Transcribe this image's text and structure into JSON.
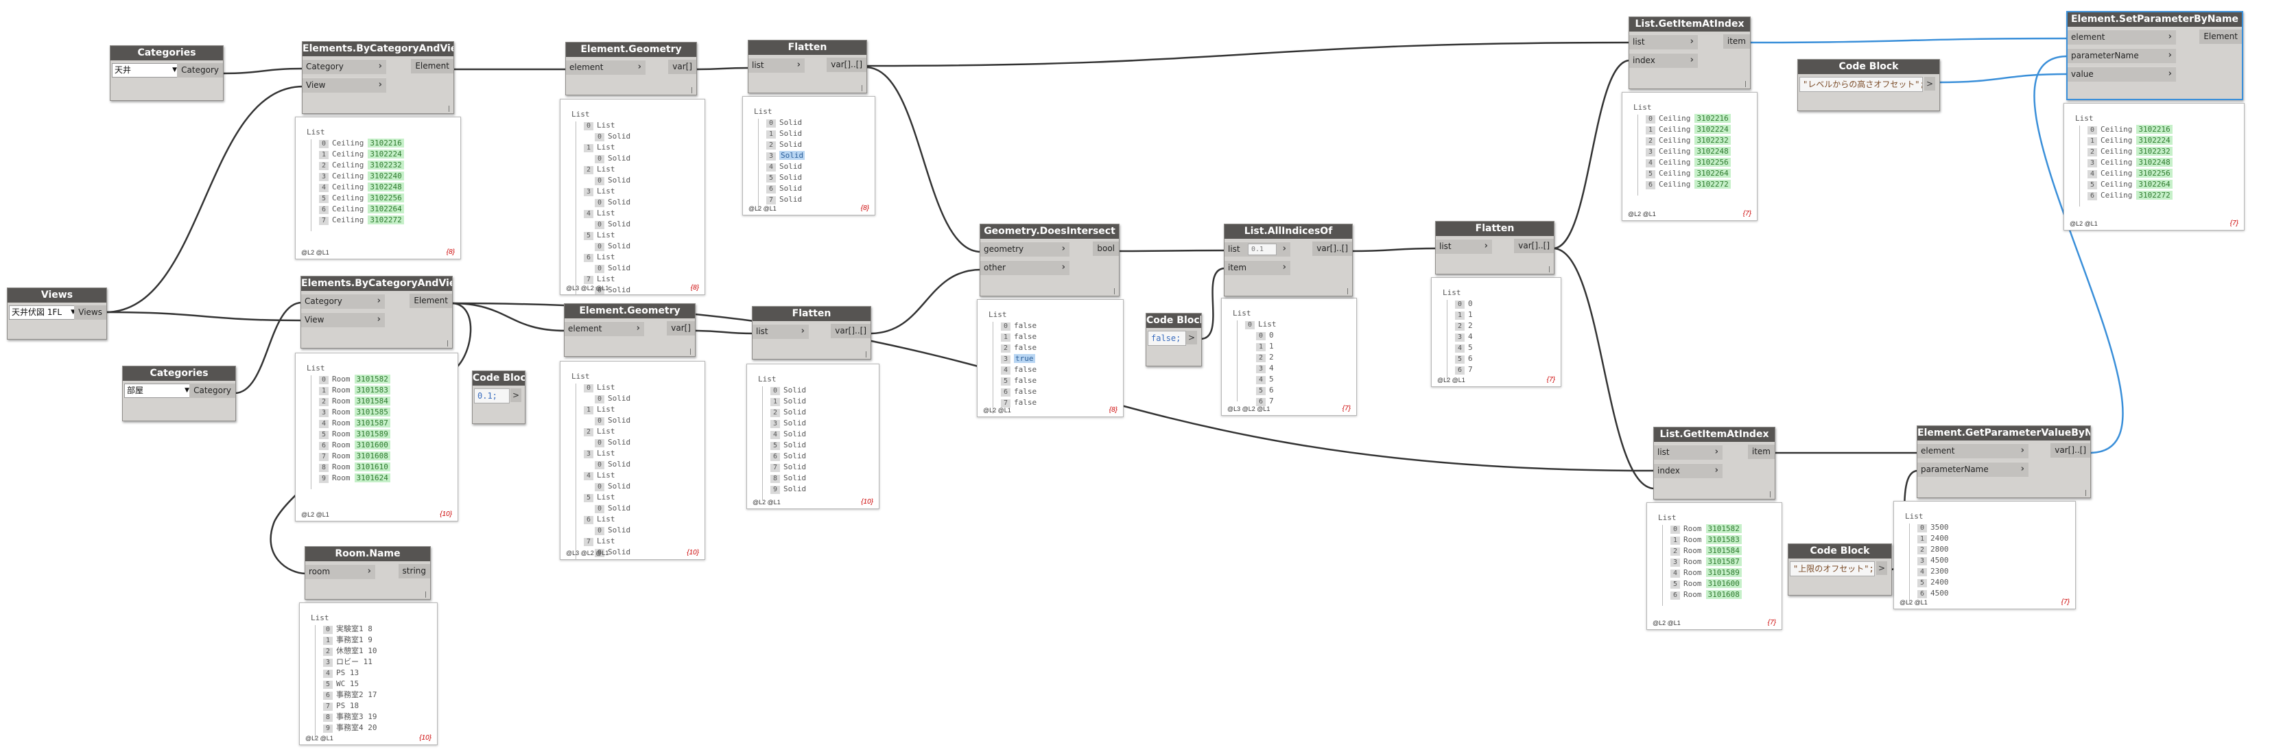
{
  "footer_levels": {
    "l2l1": "@L2 @L1",
    "l3l2l1": "@L3 @L2 @L1"
  },
  "list_word": "List",
  "nodes": {
    "categories1": {
      "title": "Categories",
      "value": "天井",
      "out": "Category"
    },
    "categories2": {
      "title": "Categories",
      "value": "部屋",
      "out": "Category"
    },
    "views": {
      "title": "Views",
      "value": "天井伏図 1FL",
      "out": "Views"
    },
    "ebcv1": {
      "title": "Elements.ByCategoryAndView",
      "in1": "Category",
      "in2": "View",
      "out": "Element"
    },
    "ebcv2": {
      "title": "Elements.ByCategoryAndView",
      "in1": "Category",
      "in2": "View",
      "out": "Element"
    },
    "codeblock1": {
      "title": "Code Block",
      "code": "0.1;",
      "out": ">"
    },
    "geom1": {
      "title": "Element.Geometry",
      "in1": "element",
      "out": "var[]"
    },
    "geom2": {
      "title": "Element.Geometry",
      "in1": "element",
      "out": "var[]"
    },
    "flatten1": {
      "title": "Flatten",
      "in1": "list",
      "out": "var[]..[]"
    },
    "flatten2": {
      "title": "Flatten",
      "in1": "list",
      "out": "var[]..[]"
    },
    "doesintersect": {
      "title": "Geometry.DoesIntersect",
      "in1": "geometry",
      "in2": "other",
      "out": "bool"
    },
    "codeblock2": {
      "title": "Code Block",
      "code": "false;",
      "out": ">"
    },
    "allindices": {
      "title": "List.AllIndicesOf",
      "in1": "list",
      "in1_value": "0.1",
      "in2": "item",
      "out": "var[]..[]"
    },
    "flatten3": {
      "title": "Flatten",
      "in1": "list",
      "out": "var[]..[]"
    },
    "getitem1": {
      "title": "List.GetItemAtIndex",
      "in1": "list",
      "in2": "index",
      "out": "item"
    },
    "codeblock3": {
      "title": "Code Block",
      "code": "\"レベルからの高さオフセット\";",
      "out": ">"
    },
    "setparam": {
      "title": "Element.SetParameterByName",
      "in1": "element",
      "in2": "parameterName",
      "in3": "value",
      "out": "Element"
    },
    "roomname": {
      "title": "Room.Name",
      "in1": "room",
      "out": "string"
    },
    "getitem2": {
      "title": "List.GetItemAtIndex",
      "in1": "list",
      "in2": "index",
      "out": "item"
    },
    "codeblock4": {
      "title": "Code Block",
      "code": "\"上限のオフセット\";",
      "out": ">"
    },
    "getparam": {
      "title": "Element.GetParameterValueByName",
      "in1": "element",
      "in2": "parameterName",
      "out": "var[]..[]"
    }
  },
  "previews": {
    "ebcv1": {
      "count": "{8}",
      "items": [
        {
          "i": "0",
          "t": "Ceiling",
          "id": "3102216"
        },
        {
          "i": "1",
          "t": "Ceiling",
          "id": "3102224"
        },
        {
          "i": "2",
          "t": "Ceiling",
          "id": "3102232"
        },
        {
          "i": "3",
          "t": "Ceiling",
          "id": "3102240"
        },
        {
          "i": "4",
          "t": "Ceiling",
          "id": "3102248"
        },
        {
          "i": "5",
          "t": "Ceiling",
          "id": "3102256"
        },
        {
          "i": "6",
          "t": "Ceiling",
          "id": "3102264"
        },
        {
          "i": "7",
          "t": "Ceiling",
          "id": "3102272"
        }
      ]
    },
    "ebcv2": {
      "count": "{10}",
      "items": [
        {
          "i": "0",
          "t": "Room",
          "id": "3101582"
        },
        {
          "i": "1",
          "t": "Room",
          "id": "3101583"
        },
        {
          "i": "2",
          "t": "Room",
          "id": "3101584"
        },
        {
          "i": "3",
          "t": "Room",
          "id": "3101585"
        },
        {
          "i": "4",
          "t": "Room",
          "id": "3101587"
        },
        {
          "i": "5",
          "t": "Room",
          "id": "3101589"
        },
        {
          "i": "6",
          "t": "Room",
          "id": "3101600"
        },
        {
          "i": "7",
          "t": "Room",
          "id": "3101608"
        },
        {
          "i": "8",
          "t": "Room",
          "id": "3101610"
        },
        {
          "i": "9",
          "t": "Room",
          "id": "3101624"
        }
      ]
    },
    "geom1": {
      "count": "{8}",
      "lines": [
        {
          "k": "L",
          "i": "0"
        },
        {
          "k": "I",
          "i": "0",
          "t": "Solid"
        },
        {
          "k": "L",
          "i": "1"
        },
        {
          "k": "I",
          "i": "0",
          "t": "Solid"
        },
        {
          "k": "L",
          "i": "2"
        },
        {
          "k": "I",
          "i": "0",
          "t": "Solid"
        },
        {
          "k": "L",
          "i": "3"
        },
        {
          "k": "I",
          "i": "0",
          "t": "Solid"
        },
        {
          "k": "L",
          "i": "4"
        },
        {
          "k": "I",
          "i": "0",
          "t": "Solid"
        },
        {
          "k": "L",
          "i": "5"
        },
        {
          "k": "I",
          "i": "0",
          "t": "Solid"
        },
        {
          "k": "L",
          "i": "6"
        },
        {
          "k": "I",
          "i": "0",
          "t": "Solid"
        },
        {
          "k": "L",
          "i": "7"
        },
        {
          "k": "I",
          "i": "0",
          "t": "Solid"
        }
      ]
    },
    "geom2": {
      "count": "{10}",
      "lines": [
        {
          "k": "L",
          "i": "0"
        },
        {
          "k": "I",
          "i": "0",
          "t": "Solid"
        },
        {
          "k": "L",
          "i": "1"
        },
        {
          "k": "I",
          "i": "0",
          "t": "Solid"
        },
        {
          "k": "L",
          "i": "2"
        },
        {
          "k": "I",
          "i": "0",
          "t": "Solid"
        },
        {
          "k": "L",
          "i": "3"
        },
        {
          "k": "I",
          "i": "0",
          "t": "Solid"
        },
        {
          "k": "L",
          "i": "4"
        },
        {
          "k": "I",
          "i": "0",
          "t": "Solid"
        },
        {
          "k": "L",
          "i": "5"
        },
        {
          "k": "I",
          "i": "0",
          "t": "Solid"
        },
        {
          "k": "L",
          "i": "6"
        },
        {
          "k": "I",
          "i": "0",
          "t": "Solid"
        },
        {
          "k": "L",
          "i": "7"
        },
        {
          "k": "I",
          "i": "0",
          "t": "Solid"
        }
      ]
    },
    "flatten1": {
      "count": "{8}",
      "items": [
        {
          "i": "0",
          "t": "Solid"
        },
        {
          "i": "1",
          "t": "Solid"
        },
        {
          "i": "2",
          "t": "Solid"
        },
        {
          "i": "3",
          "t": "Solid",
          "hl": true
        },
        {
          "i": "4",
          "t": "Solid"
        },
        {
          "i": "5",
          "t": "Solid"
        },
        {
          "i": "6",
          "t": "Solid"
        },
        {
          "i": "7",
          "t": "Solid"
        }
      ]
    },
    "flatten2": {
      "count": "{10}",
      "items": [
        {
          "i": "0",
          "t": "Solid"
        },
        {
          "i": "1",
          "t": "Solid"
        },
        {
          "i": "2",
          "t": "Solid"
        },
        {
          "i": "3",
          "t": "Solid"
        },
        {
          "i": "4",
          "t": "Solid"
        },
        {
          "i": "5",
          "t": "Solid"
        },
        {
          "i": "6",
          "t": "Solid"
        },
        {
          "i": "7",
          "t": "Solid"
        },
        {
          "i": "8",
          "t": "Solid"
        },
        {
          "i": "9",
          "t": "Solid"
        }
      ]
    },
    "doesintersect": {
      "count": "{8}",
      "items": [
        {
          "i": "0",
          "t": "false"
        },
        {
          "i": "1",
          "t": "false"
        },
        {
          "i": "2",
          "t": "false"
        },
        {
          "i": "3",
          "t": "true",
          "hl": true
        },
        {
          "i": "4",
          "t": "false"
        },
        {
          "i": "5",
          "t": "false"
        },
        {
          "i": "6",
          "t": "false"
        },
        {
          "i": "7",
          "t": "false"
        }
      ]
    },
    "allindices": {
      "count": "{7}",
      "items": [
        {
          "i": "0",
          "t": "0"
        },
        {
          "i": "1",
          "t": "1"
        },
        {
          "i": "2",
          "t": "2"
        },
        {
          "i": "3",
          "t": "4"
        },
        {
          "i": "4",
          "t": "5"
        },
        {
          "i": "5",
          "t": "6"
        },
        {
          "i": "6",
          "t": "7"
        }
      ]
    },
    "flatten3": {
      "count": "{7}",
      "items": [
        {
          "i": "0",
          "t": "0"
        },
        {
          "i": "1",
          "t": "1"
        },
        {
          "i": "2",
          "t": "2"
        },
        {
          "i": "3",
          "t": "4"
        },
        {
          "i": "4",
          "t": "5"
        },
        {
          "i": "5",
          "t": "6"
        },
        {
          "i": "6",
          "t": "7"
        }
      ]
    },
    "getitem1": {
      "count": "{7}",
      "items": [
        {
          "i": "0",
          "t": "Ceiling",
          "id": "3102216"
        },
        {
          "i": "1",
          "t": "Ceiling",
          "id": "3102224"
        },
        {
          "i": "2",
          "t": "Ceiling",
          "id": "3102232"
        },
        {
          "i": "3",
          "t": "Ceiling",
          "id": "3102248"
        },
        {
          "i": "4",
          "t": "Ceiling",
          "id": "3102256"
        },
        {
          "i": "5",
          "t": "Ceiling",
          "id": "3102264"
        },
        {
          "i": "6",
          "t": "Ceiling",
          "id": "3102272"
        }
      ]
    },
    "setparam": {
      "count": "{7}",
      "items": [
        {
          "i": "0",
          "t": "Ceiling",
          "id": "3102216"
        },
        {
          "i": "1",
          "t": "Ceiling",
          "id": "3102224"
        },
        {
          "i": "2",
          "t": "Ceiling",
          "id": "3102232"
        },
        {
          "i": "3",
          "t": "Ceiling",
          "id": "3102248"
        },
        {
          "i": "4",
          "t": "Ceiling",
          "id": "3102256"
        },
        {
          "i": "5",
          "t": "Ceiling",
          "id": "3102264"
        },
        {
          "i": "6",
          "t": "Ceiling",
          "id": "3102272"
        }
      ]
    },
    "roomname": {
      "count": "{10}",
      "items": [
        {
          "i": "0",
          "t": "実験室1 8"
        },
        {
          "i": "1",
          "t": "事務室1 9"
        },
        {
          "i": "2",
          "t": "休憩室1 10"
        },
        {
          "i": "3",
          "t": "ロビー 11"
        },
        {
          "i": "4",
          "t": "PS 13"
        },
        {
          "i": "5",
          "t": "WC 15"
        },
        {
          "i": "6",
          "t": "事務室2 17"
        },
        {
          "i": "7",
          "t": "PS 18"
        },
        {
          "i": "8",
          "t": "事務室3 19"
        },
        {
          "i": "9",
          "t": "事務室4 20"
        }
      ]
    },
    "getitem2": {
      "count": "{7}",
      "items": [
        {
          "i": "0",
          "t": "Room",
          "id": "3101582"
        },
        {
          "i": "1",
          "t": "Room",
          "id": "3101583"
        },
        {
          "i": "2",
          "t": "Room",
          "id": "3101584"
        },
        {
          "i": "3",
          "t": "Room",
          "id": "3101587"
        },
        {
          "i": "4",
          "t": "Room",
          "id": "3101589"
        },
        {
          "i": "5",
          "t": "Room",
          "id": "3101600"
        },
        {
          "i": "6",
          "t": "Room",
          "id": "3101608"
        }
      ]
    },
    "getparam": {
      "count": "{7}",
      "items": [
        {
          "i": "0",
          "t": "3500"
        },
        {
          "i": "1",
          "t": "2400"
        },
        {
          "i": "2",
          "t": "2800"
        },
        {
          "i": "3",
          "t": "4500"
        },
        {
          "i": "4",
          "t": "2300"
        },
        {
          "i": "5",
          "t": "2400"
        },
        {
          "i": "6",
          "t": "4500"
        }
      ]
    }
  }
}
